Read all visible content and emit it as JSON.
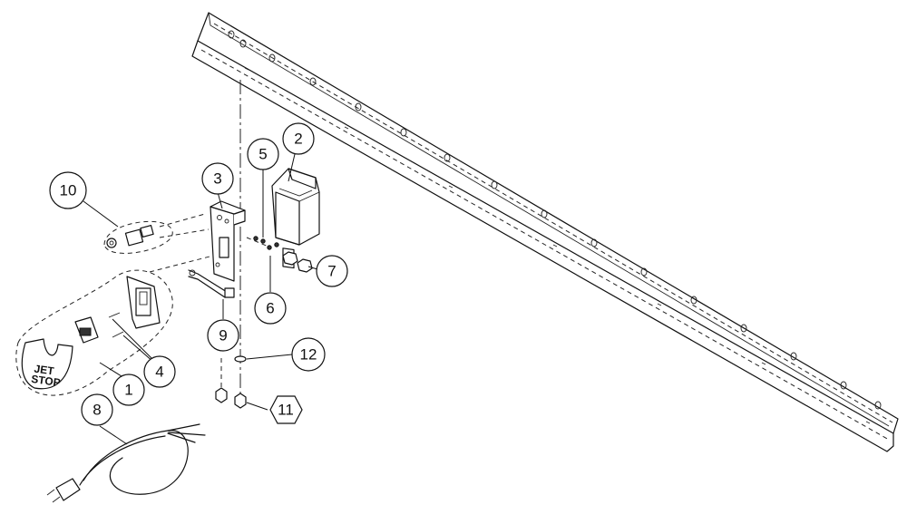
{
  "callouts": [
    {
      "id": "1",
      "label": "1"
    },
    {
      "id": "2",
      "label": "2"
    },
    {
      "id": "3",
      "label": "3"
    },
    {
      "id": "4",
      "label": "4"
    },
    {
      "id": "5",
      "label": "5"
    },
    {
      "id": "6",
      "label": "6"
    },
    {
      "id": "7",
      "label": "7"
    },
    {
      "id": "8",
      "label": "8"
    },
    {
      "id": "9",
      "label": "9"
    },
    {
      "id": "10",
      "label": "10"
    },
    {
      "id": "11",
      "label": "11"
    },
    {
      "id": "12",
      "label": "12"
    }
  ],
  "paddle_text": {
    "top": "JET",
    "bottom": "STOP"
  },
  "colors": {
    "line": "#111111",
    "background": "#ffffff"
  }
}
